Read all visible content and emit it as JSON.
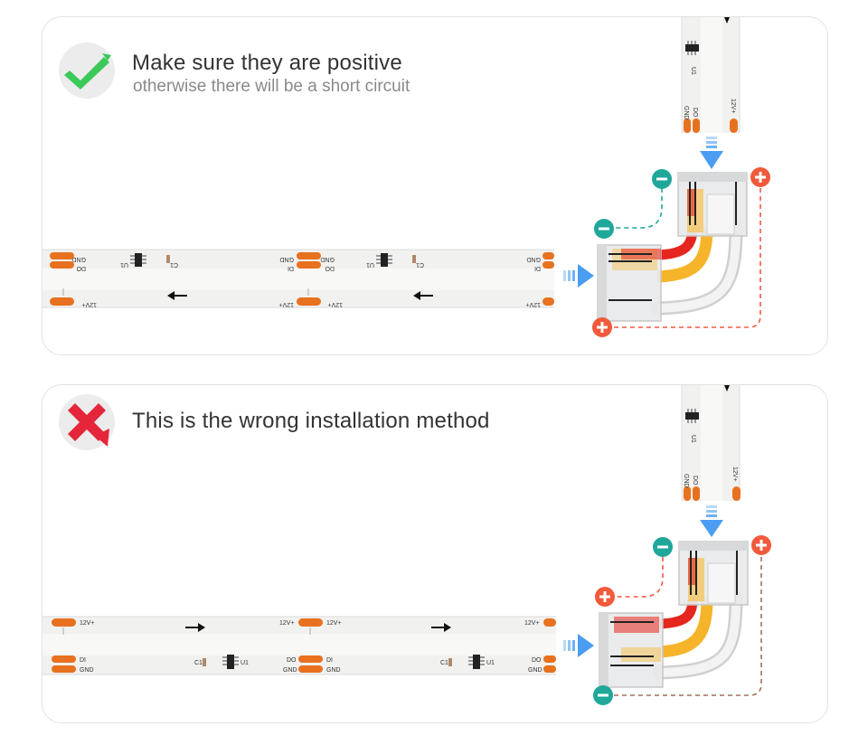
{
  "colors": {
    "positive": "#f15a3b",
    "negative": "#1fa79a",
    "check": "#3cc95a",
    "cross": "#e5263a",
    "pad": "#e8711f",
    "arrow": "#4a9df2",
    "wire_red": "#e5261e",
    "wire_yellow": "#f9c02a"
  },
  "icons": {
    "correct": "check-icon",
    "wrong": "cross-icon",
    "positive": "plus-icon",
    "negative": "minus-icon",
    "direction": "arrow-icon"
  },
  "panels": {
    "correct": {
      "title": "Make sure they are positive",
      "subtitle": "otherwise there will be a short circuit"
    },
    "wrong": {
      "title": "This is the wrong installation method"
    }
  },
  "strip_labels": {
    "gnd": "GND",
    "do": "DO",
    "di": "DI",
    "v12": "12V+",
    "u1": "U1",
    "c1": "C1"
  }
}
